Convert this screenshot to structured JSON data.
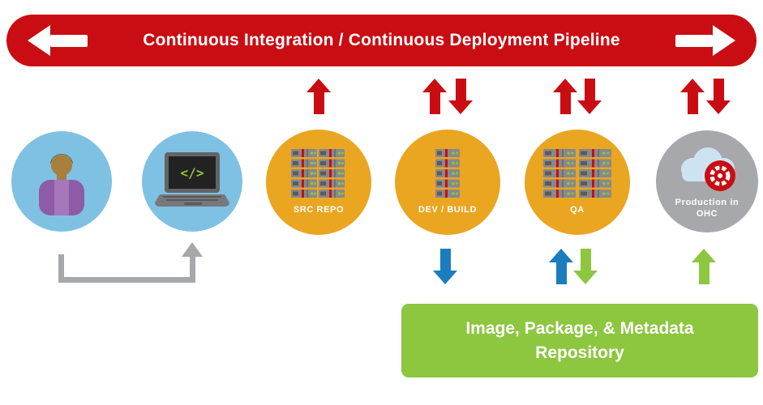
{
  "banner": {
    "title": "Continuous Integration / Continuous Deployment Pipeline",
    "bg_color": "#c90d13",
    "text_color": "#ffffff",
    "left_icon": "arrow-left-icon",
    "right_icon": "arrow-right-icon"
  },
  "pipeline": {
    "nodes": [
      {
        "name": "developer",
        "label": "",
        "icon": "person-icon",
        "circle_color": "#7fc1e3"
      },
      {
        "name": "workstation",
        "label": "",
        "icon": "laptop-code-icon",
        "circle_color": "#7fc1e3"
      },
      {
        "name": "src-repo",
        "label": "SRC REPO",
        "icon": "server-stack-icon",
        "circle_color": "#eaa521"
      },
      {
        "name": "dev-build",
        "label": "DEV / BUILD",
        "icon": "server-icon",
        "circle_color": "#eaa521"
      },
      {
        "name": "qa",
        "label": "QA",
        "icon": "server-stack-icon",
        "circle_color": "#eaa521"
      },
      {
        "name": "production",
        "label": "Production in OHC",
        "icon": "cloud-openshift-icon",
        "circle_color": "#a6a8ab"
      }
    ]
  },
  "arrows": {
    "top": [
      {
        "node": "src-repo",
        "directions": [
          "up"
        ],
        "color": "#c90d13"
      },
      {
        "node": "dev-build",
        "directions": [
          "up",
          "down"
        ],
        "color": "#c90d13"
      },
      {
        "node": "qa",
        "directions": [
          "up",
          "down"
        ],
        "color": "#c90d13"
      },
      {
        "node": "production",
        "directions": [
          "up",
          "down"
        ],
        "color": "#c90d13"
      }
    ],
    "bottom": [
      {
        "node": "dev-build",
        "direction": "down",
        "color": "#1b7dbe"
      },
      {
        "node": "qa",
        "direction": "up",
        "color": "#1b7dbe"
      },
      {
        "node": "qa",
        "direction": "down",
        "color": "#8dc63f"
      },
      {
        "node": "production",
        "direction": "up",
        "color": "#8dc63f"
      }
    ],
    "connector": {
      "from": "developer",
      "to": "workstation",
      "color": "#a6a8ab"
    }
  },
  "repository_box": {
    "line1": "Image, Package, & Metadata",
    "line2": "Repository",
    "bg_color": "#8dc63f",
    "text_color": "#ffffff"
  },
  "colors": {
    "red": "#c90d13",
    "amber": "#eaa521",
    "light_blue": "#7fc1e3",
    "gray": "#a6a8ab",
    "green": "#8dc63f",
    "arrow_blue": "#1b7dbe"
  }
}
